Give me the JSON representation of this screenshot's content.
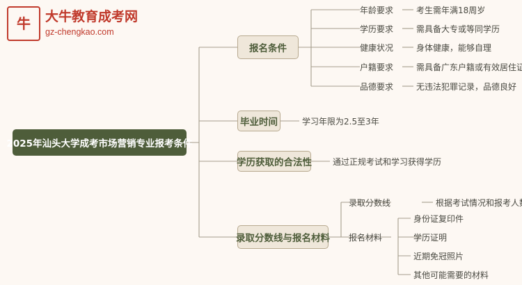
{
  "logo": {
    "mark_text": "牛",
    "title": "大牛教育成考网",
    "subtitle": "gz-chengkao.com"
  },
  "colors": {
    "root_fill": "#4e5d3a",
    "branch_fill": "#efe7da",
    "branch_border": "#b7a98f",
    "line": "#a59d8c",
    "background": "#fdf8f3",
    "logo_red": "#c0392b",
    "text": "#4a4a42"
  },
  "mindmap": {
    "type": "mindmap",
    "root": "2025年汕头大学成考市场营销专业报考条件",
    "branches": [
      {
        "label": "报名条件",
        "children": [
          {
            "label": "年龄要求",
            "detail": "考生需年满18周岁"
          },
          {
            "label": "学历要求",
            "detail": "需具备大专或等同学历"
          },
          {
            "label": "健康状况",
            "detail": "身体健康，能够自理"
          },
          {
            "label": "户籍要求",
            "detail": "需具备广东户籍或有效居住证明"
          },
          {
            "label": "品德要求",
            "detail": "无违法犯罪记录，品德良好"
          }
        ]
      },
      {
        "label": "毕业时间",
        "children": [
          {
            "label": "学习年限为2.5至3年",
            "detail": ""
          }
        ]
      },
      {
        "label": "学历获取的合法性",
        "children": [
          {
            "label": "通过正规考试和学习获得学历",
            "detail": ""
          }
        ]
      },
      {
        "label": "录取分数线与报名材料",
        "children": [
          {
            "label": "录取分数线",
            "detail": "根据考试情况和报考人数而定"
          },
          {
            "label": "报名材料",
            "items": [
              "身份证复印件",
              "学历证明",
              "近期免冠照片",
              "其他可能需要的材料"
            ]
          }
        ]
      }
    ]
  }
}
